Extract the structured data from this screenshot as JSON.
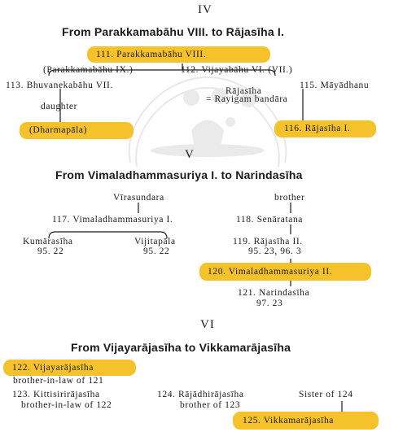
{
  "colors": {
    "highlight": "#f6c22c",
    "ink": "#1a1a1a"
  },
  "section_iv": {
    "numeral": "IV",
    "heading": "From Parakkamabāhu VIII. to Rājasīha I.",
    "node_111": "111. Parakkamabāhu VIII.",
    "note_ix": "(Parakkamabāhu IX.)",
    "node_112": "112. Vijayabāhu VI. (VII.)",
    "node_113": "113. Bhuvanekabāhu VII.",
    "rajasiha_label": "Rājasīha",
    "rayigam": "= Rayigam bandāra",
    "node_115": "115. Māyādhanu",
    "daughter_label": "daughter",
    "dharmapala": "(Dharmapāla)",
    "node_116": "116. Rājasīha I."
  },
  "section_v": {
    "numeral": "V",
    "heading": "From Vimaladhammasuriya I. to Narindasīha",
    "virasundara": "Vīrasundara",
    "brother_label": "brother",
    "node_117": "117. Vimaladhammasuriya I.",
    "node_118": "118. Senāratana",
    "kumarasiha": "Kumārasīha",
    "kumarasiha_ref": "95. 22",
    "vijitapala": "Vijitapāla",
    "vijitapala_ref": "95. 22",
    "node_119": "119. Rājasīha II.",
    "node_119_ref": "95. 23, 96. 3",
    "node_120": "120. Vimaladhammasuriya II.",
    "node_121": "121. Narindasīha",
    "node_121_ref": "97. 23"
  },
  "section_vi": {
    "numeral": "VI",
    "heading": "From Vijayarājasīha to Vikkamarājasīha",
    "node_122": "122. Vijayarājasīha",
    "node_122_rel": "brother-in-law of 121",
    "node_123": "123. Kittisirirājasīha",
    "node_123_rel": "brother-in-law of 122",
    "node_124": "124. Rājādhirājasīha",
    "node_124_rel": "brother of 123",
    "sister_label": "Sister of 124",
    "node_125": "125. Vikkamarājasīha"
  }
}
